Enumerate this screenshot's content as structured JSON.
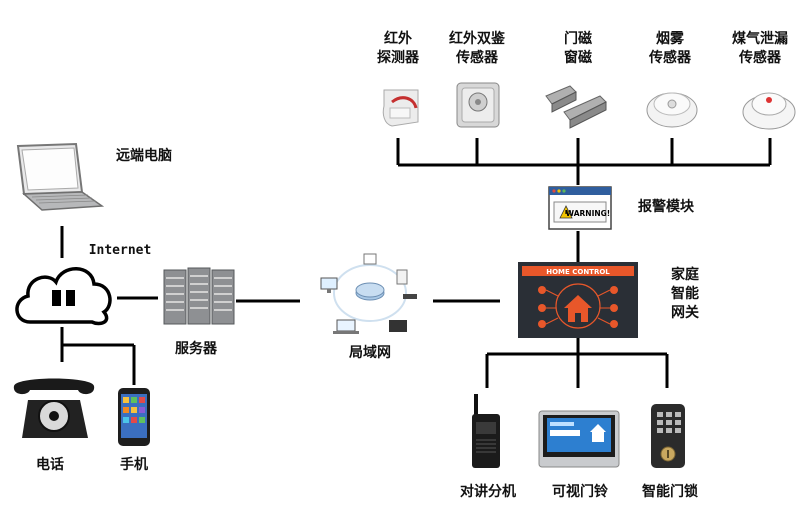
{
  "labels": {
    "remote_pc": "远端电脑",
    "internet": "Internet",
    "server": "服务器",
    "lan": "局域网",
    "phone": "电话",
    "mobile": "手机",
    "alarm_module": "报警模块",
    "gateway": "家庭\n智能\n网关",
    "sensor_ir": "红外\n探测器",
    "sensor_dual": "红外双鉴\n传感器",
    "sensor_door": "门磁\n窗磁",
    "sensor_smoke": "烟雾\n传感器",
    "sensor_gas": "煤气泄漏\n传感器",
    "intercom": "对讲分机",
    "doorbell": "可视门铃",
    "smart_lock": "智能门锁"
  },
  "warning_text": "WARNING!",
  "home_control_text": "HOME CONTROL",
  "colors": {
    "line": "#000000",
    "gateway_bg": "#2a2f36",
    "gateway_accent": "#e8572a",
    "warning_yellow": "#f2c400"
  },
  "icons": [
    "laptop-icon",
    "cloud-icon",
    "server-rack-icon",
    "network-icon",
    "rotary-phone-icon",
    "smartphone-icon",
    "alarm-warning-icon",
    "home-gateway-icon",
    "ir-detector-icon",
    "dual-tech-sensor-icon",
    "magnetic-contact-icon",
    "smoke-detector-icon",
    "gas-detector-icon",
    "walkie-talkie-icon",
    "video-doorbell-icon",
    "keypad-lock-icon"
  ]
}
